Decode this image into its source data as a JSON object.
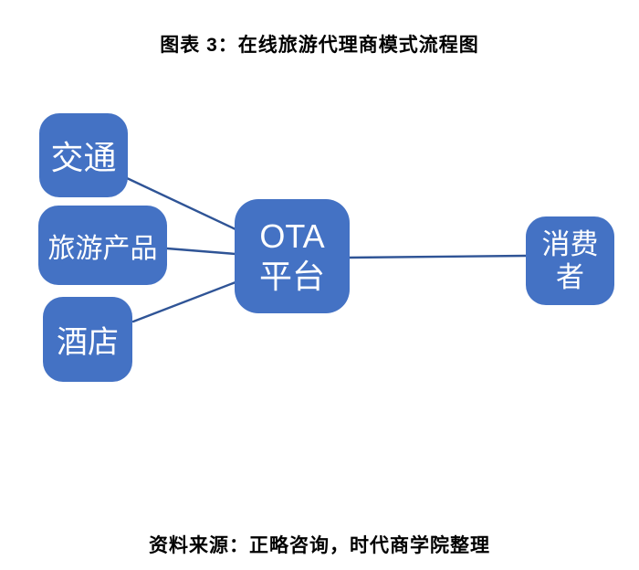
{
  "title": "图表 3：在线旅游代理商模式流程图",
  "source_note": "资料来源：正略咨询，时代商学院整理",
  "colors": {
    "background": "#FFFFFF",
    "node_fill": "#4472C4",
    "node_text": "#FFFFFF",
    "connector": "#2F5496",
    "text": "#000000"
  },
  "diagram": {
    "nodes": [
      {
        "id": "transport",
        "label": "交通"
      },
      {
        "id": "travel-products",
        "label": "旅游产品"
      },
      {
        "id": "hotel",
        "label": "酒店"
      },
      {
        "id": "ota-platform",
        "lines": [
          "OTA",
          "平台"
        ]
      },
      {
        "id": "consumer",
        "lines": [
          "消费",
          "者"
        ]
      }
    ],
    "edges": [
      {
        "from": "transport",
        "to": "ota-platform"
      },
      {
        "from": "travel-products",
        "to": "ota-platform"
      },
      {
        "from": "hotel",
        "to": "ota-platform"
      },
      {
        "from": "ota-platform",
        "to": "consumer"
      }
    ]
  }
}
